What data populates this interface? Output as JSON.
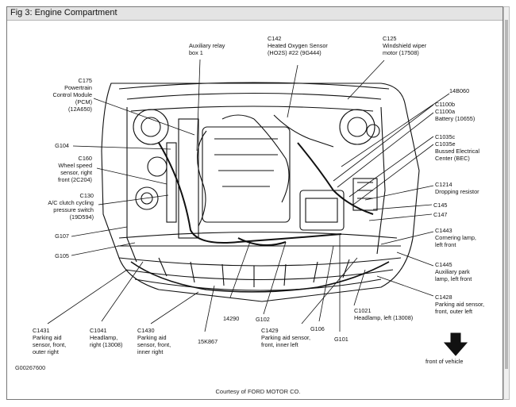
{
  "window": {
    "title": "Fig 3: Engine Compartment",
    "footer": "Courtesy of FORD MOTOR CO.",
    "figure_code": "G00267600"
  },
  "callouts": {
    "c175": [
      "C175",
      "Powertrain",
      "Control Module",
      "(PCM)",
      "(12A650)"
    ],
    "g104": [
      "G104"
    ],
    "c160": [
      "C160",
      "Wheel speed",
      "sensor, right",
      "front (2C204)"
    ],
    "c130": [
      "C130",
      "A/C clutch cycling",
      "pressure switch",
      "(19D594)"
    ],
    "g107": [
      "G107"
    ],
    "g105": [
      "G105"
    ],
    "aux_relay": [
      "Auxiliary relay",
      "box 1"
    ],
    "c142": [
      "C142",
      "Heated Oxygen Sensor",
      "(HO2S) #22 (9G444)"
    ],
    "c125": [
      "C125",
      "Windshield wiper",
      "motor (17508)"
    ],
    "r14b060": [
      "14B060"
    ],
    "c1100": [
      "C1100b",
      "C1100a",
      "Battery (10655)"
    ],
    "c1035": [
      "C1035c",
      "C1035e",
      "Bussed Electrical",
      "Center (BEC)"
    ],
    "c1214": [
      "C1214",
      "Dropping resistor"
    ],
    "c145": [
      "C145"
    ],
    "c147": [
      "C147"
    ],
    "c1443": [
      "C1443",
      "Cornering lamp,",
      "left front"
    ],
    "c1445": [
      "C1445",
      "Auxiliary park",
      "lamp, left front"
    ],
    "c1428": [
      "C1428",
      "Parking aid sensor,",
      "front, outer left"
    ],
    "c1021": [
      "C1021",
      "Headlamp, left (13008)"
    ],
    "g101": [
      "G101"
    ],
    "g106": [
      "G106"
    ],
    "c1429": [
      "C1429",
      "Parking aid sensor,",
      "front, inner left"
    ],
    "g102": [
      "G102"
    ],
    "r14290": [
      "14290"
    ],
    "r15k867": [
      "15K867"
    ],
    "c1430": [
      "C1430",
      "Parking aid",
      "sensor, front,",
      "inner right"
    ],
    "c1041": [
      "C1041",
      "Headlamp,",
      "right (13008)"
    ],
    "c1431": [
      "C1431",
      "Parking aid",
      "sensor, front,",
      "outer right"
    ],
    "front": [
      "front of vehicle"
    ]
  },
  "colors": {
    "line": "#111111",
    "frame": "#777777",
    "titlebar": "#e4e4e4"
  }
}
